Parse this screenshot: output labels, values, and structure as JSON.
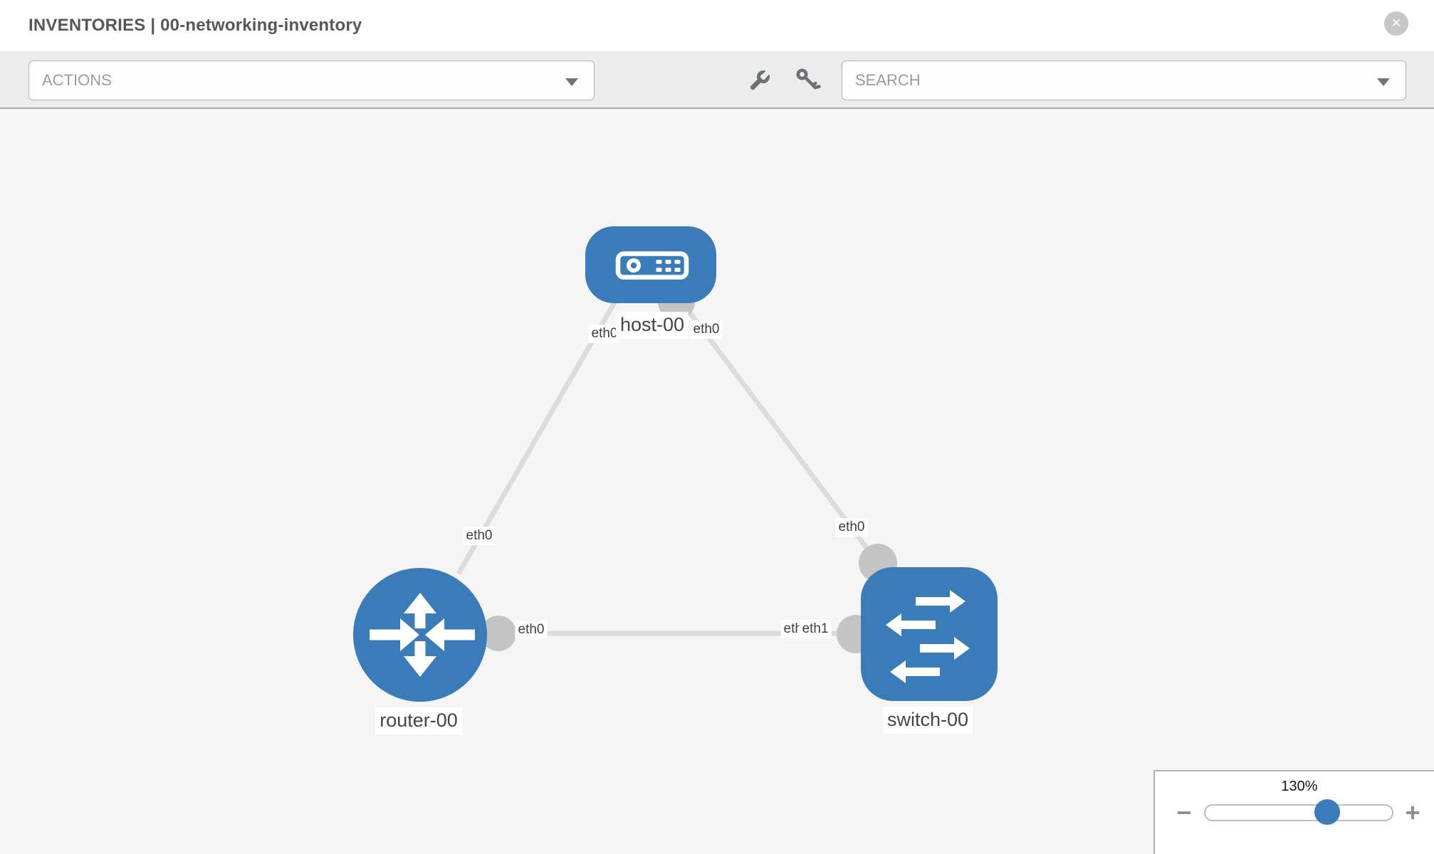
{
  "header": {
    "title": "INVENTORIES | 00-networking-inventory",
    "close_label": "✕"
  },
  "toolbar": {
    "actions_label": "ACTIONS",
    "search_label": "SEARCH",
    "icons": [
      "wrench",
      "key"
    ]
  },
  "topology": {
    "nodes": [
      {
        "label": "host-00",
        "type": "host"
      },
      {
        "label": "router-00",
        "type": "router"
      },
      {
        "label": "switch-00",
        "type": "switch"
      }
    ],
    "links": [
      {
        "from": "host-00",
        "to": "router-00",
        "from_interface": "eth0",
        "to_interface": "eth0"
      },
      {
        "from": "host-00",
        "to": "switch-00",
        "from_interface": "eth0",
        "to_interface": "eth0"
      },
      {
        "from": "router-00",
        "to": "switch-00",
        "from_interface": "eth0",
        "to_interface": "eth1",
        "overlapped_interface": "eth0"
      }
    ]
  },
  "zoom_control": {
    "level": "130%",
    "minus_label": "−",
    "plus_label": "+"
  },
  "colors": {
    "node_blue": "#3a7cba",
    "link_gray": "#dcdcdc",
    "connector_gray": "#c4c4c4",
    "canvas_bg": "#f5f5f5",
    "toolbar_bg": "#ececec"
  }
}
